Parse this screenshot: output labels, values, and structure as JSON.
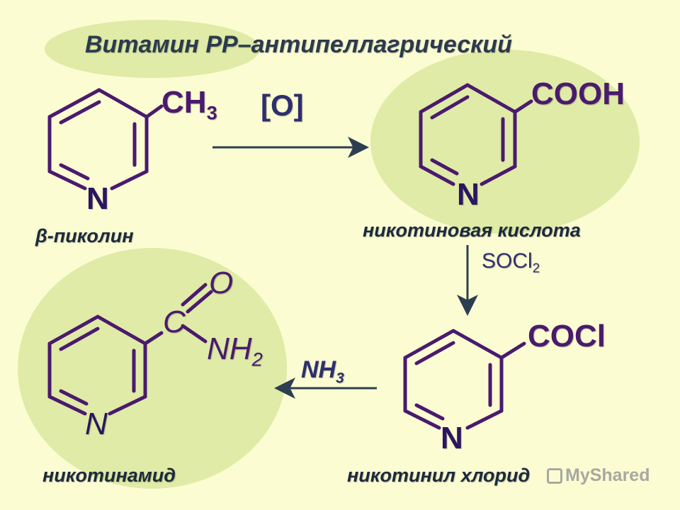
{
  "title": "Витамин РР–антипеллагрический",
  "compounds": {
    "picoline": {
      "label": "β-пиколин",
      "group": "CH",
      "group_sub": "3",
      "ring_atom": "N"
    },
    "nicotinic_acid": {
      "label": "никотиновая кислота",
      "group": "COOH",
      "ring_atom": "N"
    },
    "nicotinyl_chloride": {
      "label": "никотинил хлорид",
      "group": "COCl",
      "ring_atom": "N"
    },
    "nicotinamide": {
      "label": "никотинамид",
      "atom_c": "C",
      "atom_o": "O",
      "group": "NH",
      "group_sub": "2",
      "ring_atom": "N"
    }
  },
  "reagents": {
    "oxidation": "[O]",
    "socl2": "SOCl",
    "socl2_sub": "2",
    "nh3": "NH",
    "nh3_sub": "3"
  },
  "watermark": "MyShared",
  "colors": {
    "background": "#fcfcd2",
    "highlight": "#dfeba6",
    "bond": "#4a1a6e",
    "arrow": "#2c3e50"
  }
}
